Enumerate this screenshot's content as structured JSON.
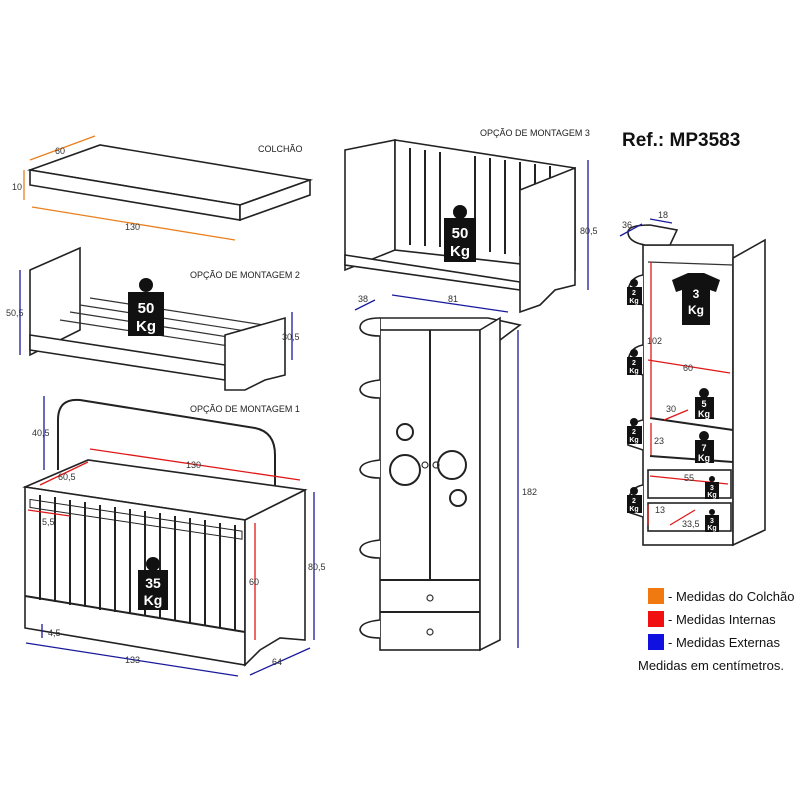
{
  "reference": "Ref.: MP3583",
  "colors": {
    "mattress": "#f07a10",
    "internal": "#f01010",
    "external": "#1010e0"
  },
  "mattress": {
    "caption": "COLCHÃO",
    "width": "60",
    "height": "10",
    "length": "130"
  },
  "option2": {
    "caption": "OPÇÃO DE MONTAGEM 2",
    "height": "50,5",
    "side_height": "30,5",
    "weight": "50",
    "unit": "Kg"
  },
  "option1": {
    "caption": "OPÇÃO DE MONTAGEM 1",
    "headboard": "40,5",
    "inner_depth": "60,5",
    "inner_length": "130",
    "rail": "5,5",
    "inner_height": "60",
    "height": "80,5",
    "base": "4,5",
    "length": "133",
    "depth": "64",
    "weight": "35",
    "unit": "Kg"
  },
  "option3": {
    "caption": "OPÇÃO DE MONTAGEM 3",
    "height": "80,5",
    "weight": "50",
    "unit": "Kg"
  },
  "wardrobe": {
    "side_shelf": "38",
    "width": "81",
    "height": "182"
  },
  "wardrobe_open": {
    "shelf_depth": "36",
    "top": "18",
    "hanging_height": "102",
    "inner_width": "60",
    "shelf": "30",
    "shelf_gap": "23",
    "drawer_width": "55",
    "drawer_height": "13",
    "drawer_depth": "33,5",
    "weights": {
      "shirt": "3",
      "shelf_top": "5",
      "shelf_bottom": "7",
      "drawer1": "3",
      "drawer2": "3",
      "side": "2",
      "unit": "Kg"
    }
  },
  "legend": [
    {
      "label": "- Medidas do Colchão",
      "color": "#f07a10"
    },
    {
      "label": "- Medidas Internas",
      "color": "#f01010"
    },
    {
      "label": "- Medidas Externas",
      "color": "#1010e0"
    }
  ],
  "note": "Medidas em centímetros."
}
